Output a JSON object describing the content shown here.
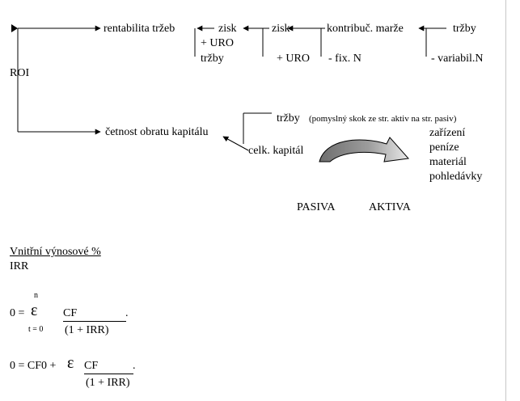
{
  "diagram": {
    "roi": "ROI",
    "rentabilita": "rentabilita tržeb",
    "zisk1": "zisk",
    "uro1": "+ URO",
    "trzby1": "tržby",
    "zisk2": "zisk",
    "uro2": "+ URO",
    "kontribuc": "kontribuč. marže",
    "fix": "- fix. N",
    "trzby_top": "tržby",
    "variabil": "- variabil.N",
    "cetnost": "četnost obratu kapitálu",
    "trzby2": "tržby",
    "pomysl": "(pomyslný skok ze str. aktiv na str. pasiv)",
    "celk": "celk. kapitál",
    "zarizeni": "zařízení",
    "penize": "peníze",
    "material": "materiál",
    "pohledavky": "pohledávky",
    "pasiva": "PASIVA",
    "aktiva": "AKTIVA"
  },
  "formulas": {
    "heading": "Vnitřní výnosové %",
    "abbr": "IRR",
    "f1": {
      "n": "n",
      "lhs": "0 =",
      "sum": "ε",
      "idx": "t = 0",
      "num": "CF",
      "dot": ".",
      "den": "(1 + IRR)"
    },
    "f2": {
      "lhs": "0 = CF0 +",
      "sum": "ε",
      "num": "CF",
      "dot": ".",
      "den": "(1 + IRR)"
    }
  }
}
